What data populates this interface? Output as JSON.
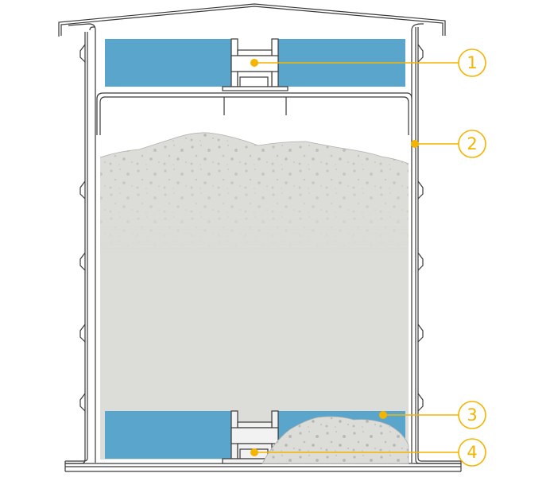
{
  "diagram": {
    "type": "cross-section",
    "subject": "container with insulation panels and granular fill",
    "colors": {
      "outline": "#3a3a3a",
      "panel_blue": "#5aa5cc",
      "fill_grey": "#dcdcd8",
      "speckle": "#b9b9b5",
      "accent": "#f4b400",
      "background": "#ffffff"
    },
    "callouts": [
      {
        "number": "1",
        "target": "top-insulation-panel-joint"
      },
      {
        "number": "2",
        "target": "side-wall"
      },
      {
        "number": "3",
        "target": "bottom-insulation-panel"
      },
      {
        "number": "4",
        "target": "bottom-panel-joint"
      }
    ]
  }
}
